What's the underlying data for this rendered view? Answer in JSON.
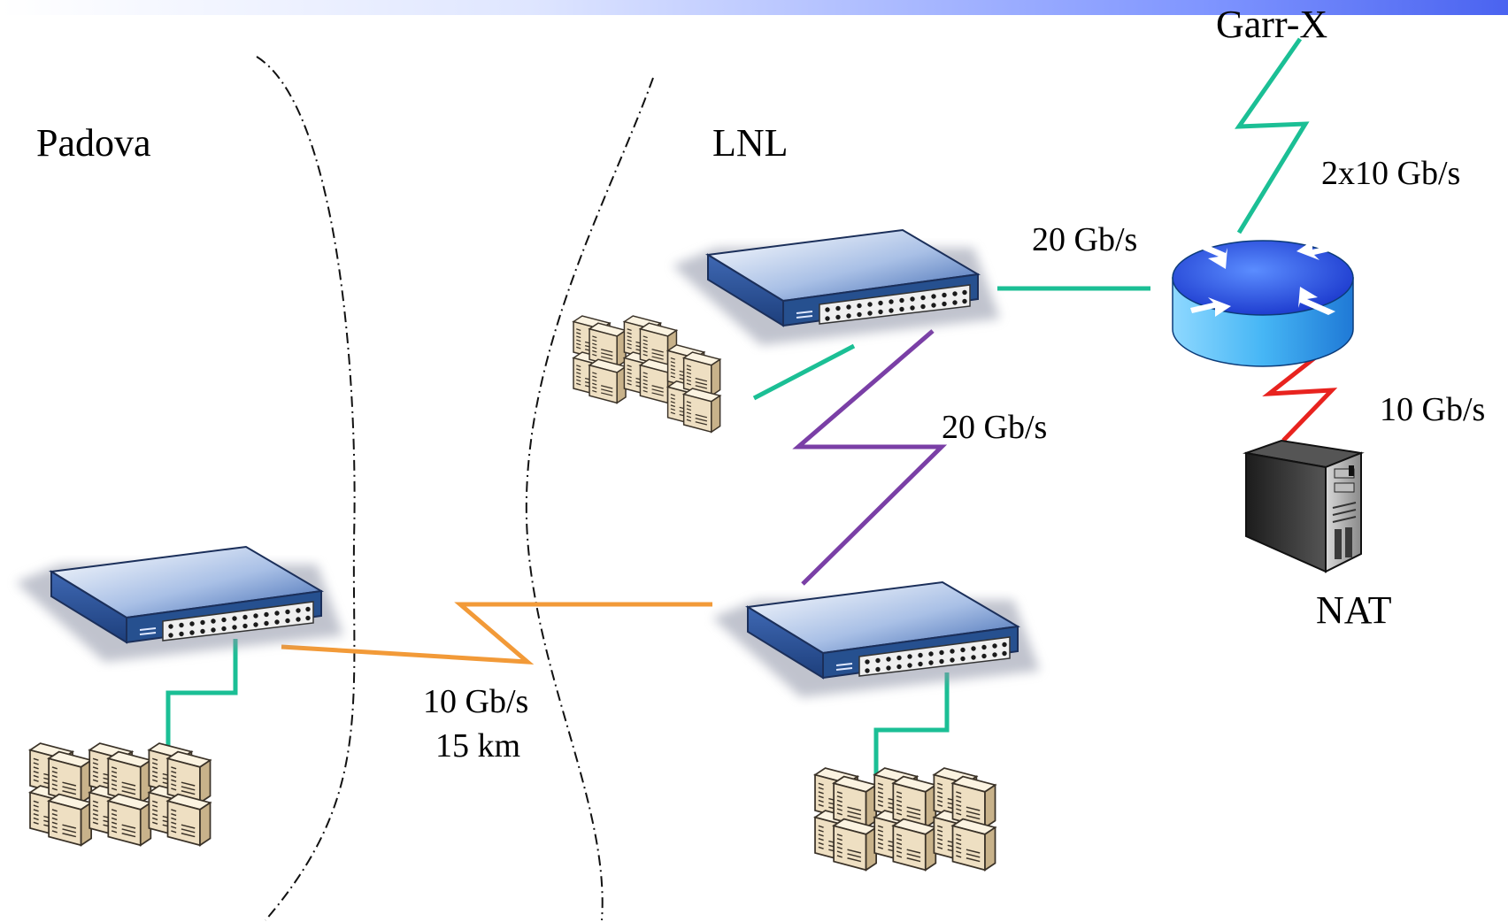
{
  "regions": {
    "padova": "Padova",
    "lnl": "LNL"
  },
  "nodes": {
    "garr": "Garr-X",
    "nat": "NAT"
  },
  "links": {
    "uplink_speed": "2x10 Gb/s",
    "router_link_speed": "20 Gb/s",
    "nat_link_speed": "10 Gb/s",
    "inter_switch_speed": "20 Gb/s",
    "padova_link_speed": "10 Gb/s",
    "padova_link_distance": "15 km"
  },
  "colors": {
    "server_link": "#1bbf95",
    "padova_link": "#f29a38",
    "inter_switch_link": "#7a3fa6",
    "nat_link": "#e8231f",
    "switch_body": "#3d67b0",
    "router_body": "#3fa3f0",
    "server_body": "#efe3c8"
  },
  "icons": {
    "switch": "network-switch-icon",
    "router": "router-icon",
    "server": "server-rack-icon",
    "nat": "tower-pc-icon"
  }
}
